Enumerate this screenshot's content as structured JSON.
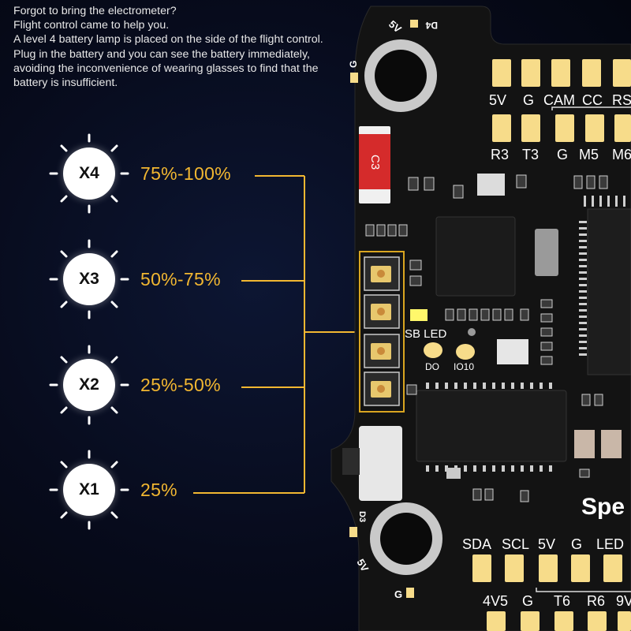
{
  "intro": {
    "lines": [
      "Forgot to bring the electrometer?",
      "Flight control came to help you.",
      "A level 4 battery lamp is placed on the side of the flight control.",
      "Plug in the battery and you can see the battery immediately, avoiding the inconvenience of wearing glasses to find that the battery is insufficient."
    ]
  },
  "levels": [
    {
      "label": "X4",
      "range": "75%-100%"
    },
    {
      "label": "X3",
      "range": "50%-75%"
    },
    {
      "label": "X2",
      "range": "25%-50%"
    },
    {
      "label": "X1",
      "range": "25%"
    }
  ],
  "board": {
    "top_labels": [
      "5V",
      "G",
      "CAM",
      "CC",
      "RS"
    ],
    "row2_labels": [
      "R3",
      "T3",
      "G",
      "M5",
      "M6"
    ],
    "bottom_labels": [
      "SDA",
      "SCL",
      "5V",
      "G",
      "LED"
    ],
    "bottom2_labels": [
      "4V5",
      "G",
      "T6",
      "R6",
      "9V"
    ],
    "corner_top": {
      "v": "5V",
      "d": "D4",
      "g": "G"
    },
    "corner_bottom": {
      "v": "5V",
      "d": "D3",
      "g": "G"
    },
    "cap_label": "C3",
    "led_label": "SB LED",
    "do_label": "DO",
    "io_label": "IO10",
    "brand_text": "Spe"
  },
  "colors": {
    "accent": "#f2b731",
    "pcb": "#131313",
    "pad": "#f7dc8a",
    "led_highlight": "#d9a520"
  }
}
